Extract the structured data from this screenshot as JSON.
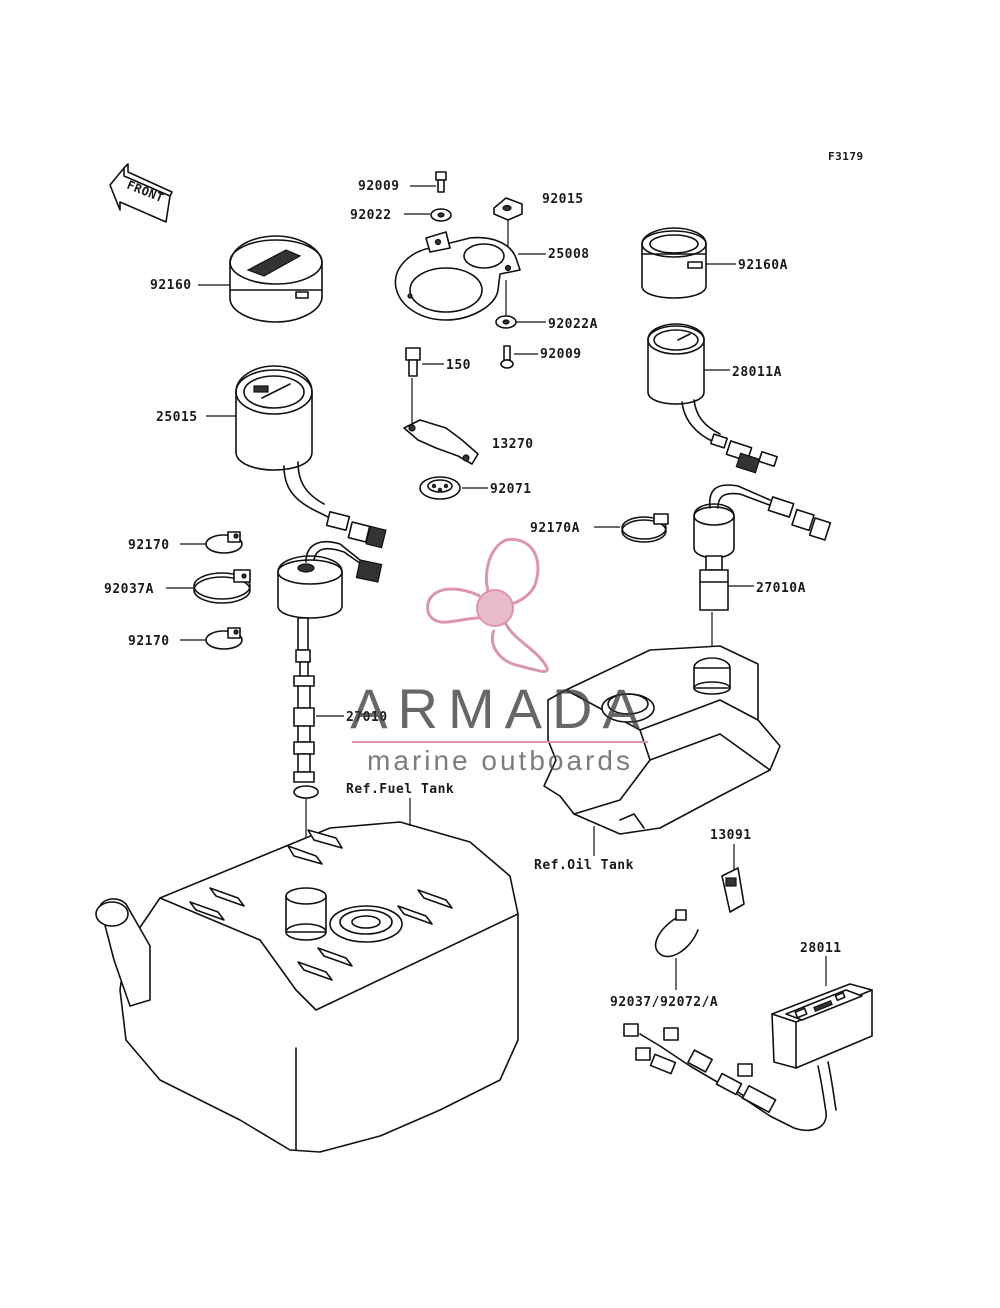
{
  "diagram": {
    "code": "F3179",
    "front_label": "FRONT",
    "parts": [
      {
        "id": "p-92009-top",
        "label": "92009"
      },
      {
        "id": "p-92022",
        "label": "92022"
      },
      {
        "id": "p-92015",
        "label": "92015"
      },
      {
        "id": "p-25008",
        "label": "25008"
      },
      {
        "id": "p-92022a",
        "label": "92022A"
      },
      {
        "id": "p-92009-mid",
        "label": "92009"
      },
      {
        "id": "p-150",
        "label": "150"
      },
      {
        "id": "p-13270",
        "label": "13270"
      },
      {
        "id": "p-92071",
        "label": "92071"
      },
      {
        "id": "p-92160",
        "label": "92160"
      },
      {
        "id": "p-92160a",
        "label": "92160A"
      },
      {
        "id": "p-28011a",
        "label": "28011A"
      },
      {
        "id": "p-25015",
        "label": "25015"
      },
      {
        "id": "p-92170-a",
        "label": "92170"
      },
      {
        "id": "p-92037a",
        "label": "92037A"
      },
      {
        "id": "p-92170-b",
        "label": "92170"
      },
      {
        "id": "p-27010",
        "label": "27010"
      },
      {
        "id": "p-92170a",
        "label": "92170A"
      },
      {
        "id": "p-27010a",
        "label": "27010A"
      },
      {
        "id": "p-13091",
        "label": "13091"
      },
      {
        "id": "p-28011",
        "label": "28011"
      },
      {
        "id": "p-92037-92072",
        "label": "92037/92072/A"
      }
    ],
    "references": [
      {
        "id": "ref-fuel",
        "label": "Ref.Fuel Tank"
      },
      {
        "id": "ref-oil",
        "label": "Ref.Oil Tank"
      }
    ]
  },
  "watermark": {
    "brand": "ARMADA",
    "tagline": "marine outboards",
    "color": "#d98aa6",
    "text_color": "#3a3a3a"
  }
}
